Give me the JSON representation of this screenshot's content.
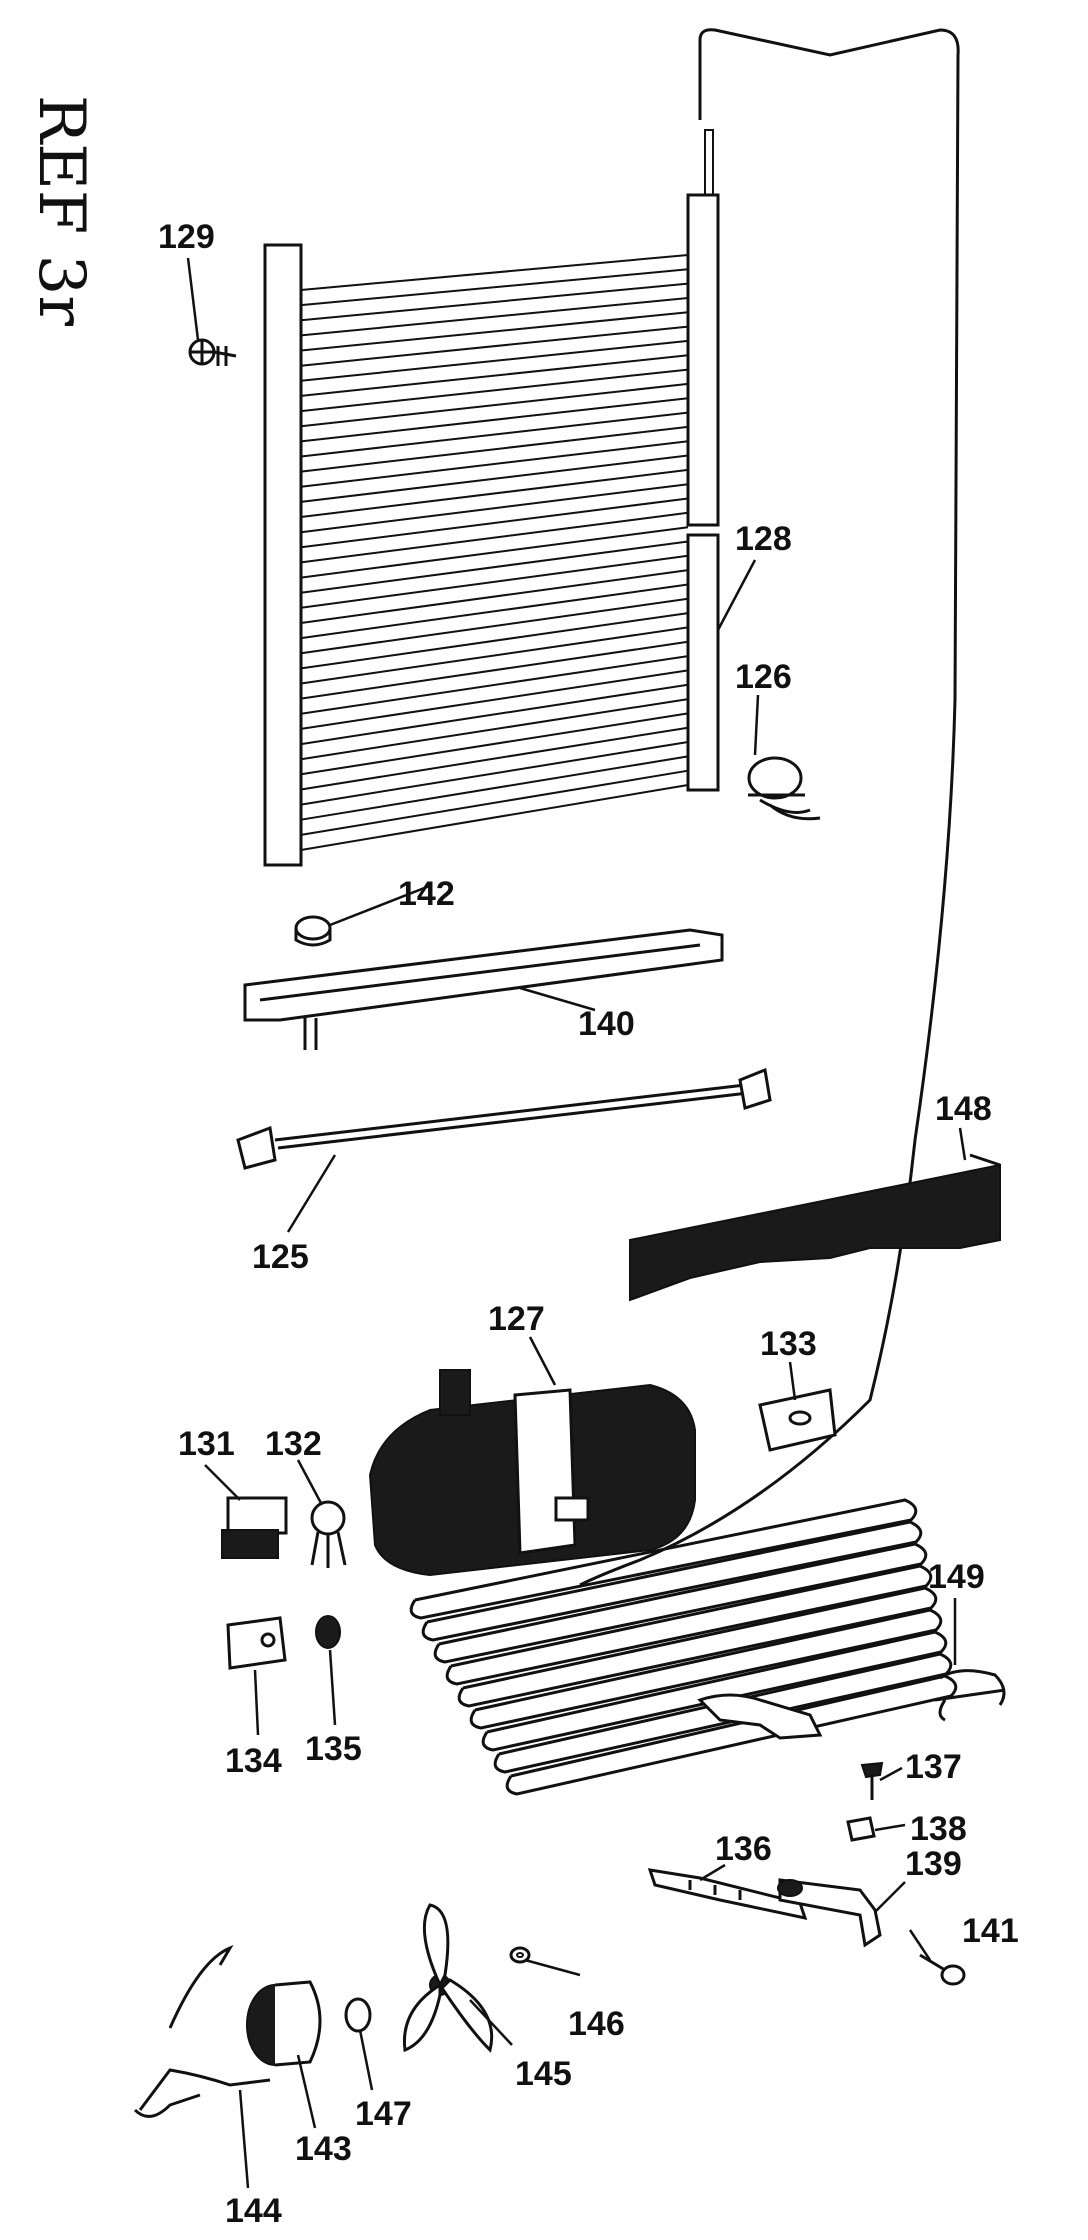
{
  "handwritten_note": "REF 3r",
  "callouts": [
    {
      "id": "125",
      "text": "125"
    },
    {
      "id": "126",
      "text": "126"
    },
    {
      "id": "127",
      "text": "127"
    },
    {
      "id": "128",
      "text": "128"
    },
    {
      "id": "129",
      "text": "129"
    },
    {
      "id": "131",
      "text": "131"
    },
    {
      "id": "132",
      "text": "132"
    },
    {
      "id": "133",
      "text": "133"
    },
    {
      "id": "134",
      "text": "134"
    },
    {
      "id": "135",
      "text": "135"
    },
    {
      "id": "136",
      "text": "136"
    },
    {
      "id": "137",
      "text": "137"
    },
    {
      "id": "138",
      "text": "138"
    },
    {
      "id": "139",
      "text": "139"
    },
    {
      "id": "140",
      "text": "140"
    },
    {
      "id": "141",
      "text": "141"
    },
    {
      "id": "142",
      "text": "142"
    },
    {
      "id": "143",
      "text": "143"
    },
    {
      "id": "144",
      "text": "144"
    },
    {
      "id": "145",
      "text": "145"
    },
    {
      "id": "146",
      "text": "146"
    },
    {
      "id": "147",
      "text": "147"
    },
    {
      "id": "148",
      "text": "148"
    },
    {
      "id": "149",
      "text": "149"
    }
  ]
}
